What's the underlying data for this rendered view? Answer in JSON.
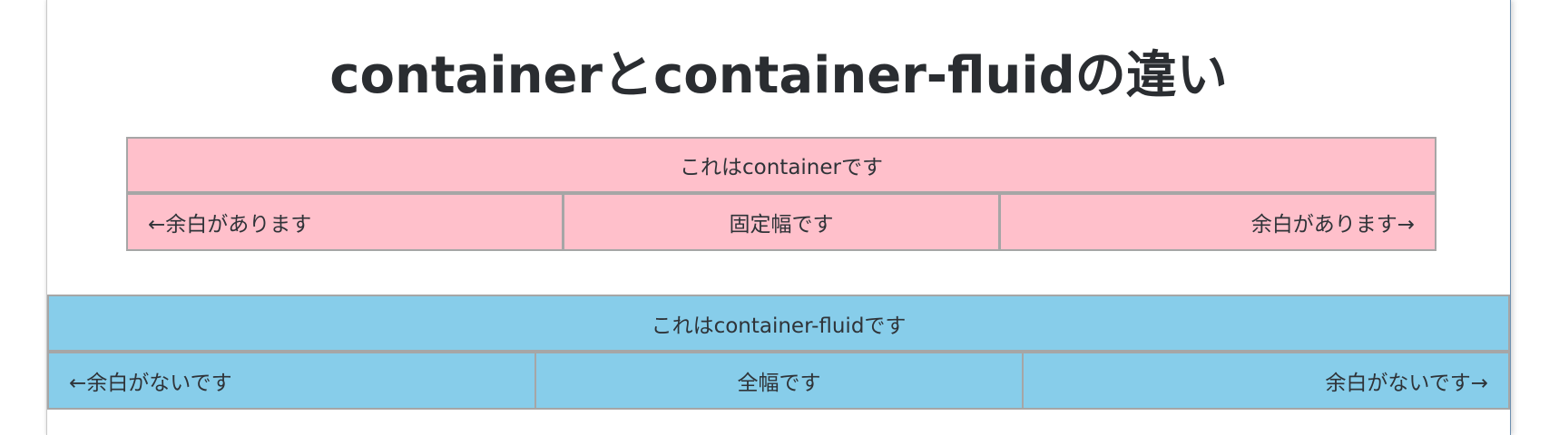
{
  "title": "containerとcontainer-fluidの違い",
  "container": {
    "header": "これはcontainerです",
    "cells": [
      "←余白があります",
      "固定幅です",
      "余白があります→"
    ],
    "background": "#ffc0cb"
  },
  "fluid": {
    "header": "これはcontainer-fluidです",
    "cells": [
      "←余白がないです",
      "全幅です",
      "余白がないです→"
    ],
    "background": "#87cdea"
  },
  "colors": {
    "border": "#a6a6a6",
    "text": "#212529"
  }
}
